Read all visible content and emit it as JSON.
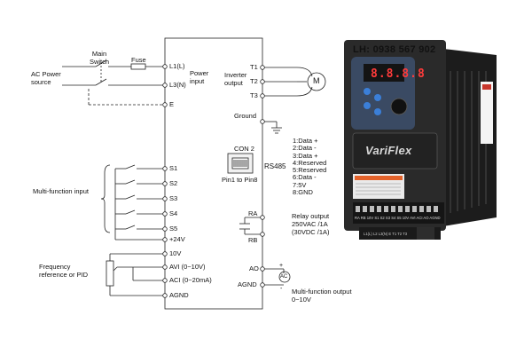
{
  "left_labels": {
    "main_switch": [
      "Main",
      "Switch"
    ],
    "fuse": "Fuse",
    "ac_power": [
      "AC Power",
      "source"
    ],
    "multi_function_input": "Multi-function input",
    "frequency_ref": [
      "Frequency",
      "reference or PID"
    ]
  },
  "box_terminals_left": {
    "l1": "L1(L)",
    "l3": "L3(N)",
    "e": "E",
    "power_input": [
      "Power",
      "input"
    ],
    "s1": "S1",
    "s2": "S2",
    "s3": "S3",
    "s4": "S4",
    "s5": "S5",
    "plus24v": "+24V",
    "v10": "10V",
    "avi": "AVI (0~10V)",
    "aci": "ACI (0~20mA)",
    "agnd": "AGND"
  },
  "box_terminals_right": {
    "t1": "T1",
    "t2": "T2",
    "t3": "T3",
    "inverter_output": [
      "Inverter",
      "output"
    ],
    "ground": "Ground",
    "con2": "CON 2",
    "pin_to_pin": "Pin1 to Pin8",
    "rs485": "RS485",
    "ra": "RA",
    "rb": "RB",
    "ao": "AO",
    "agnd": "AGND"
  },
  "motor": {
    "symbol": "M"
  },
  "ac_meter": {
    "symbol": "AC",
    "plus": "+",
    "minus": "-"
  },
  "rs485_pins": [
    "1:Data +",
    "2:Data -",
    "3:Data +",
    "4:Reserved",
    "5:Reserved",
    "6:Data -",
    "7:5V",
    "8:GND"
  ],
  "relay_output": [
    "Relay output",
    "250VAC /1A",
    "(30VDC /1A)"
  ],
  "mf_output": [
    "Multi-function output",
    "0~10V"
  ],
  "product": {
    "contact": "LH: 0938 567 902",
    "display": "8.8.8.8",
    "brand": "VariFlex",
    "bottom_terminals": "RA RB 10V S1 S2 S3 S4 S5 10V AVI ACI AO AGND",
    "power_terminals": "L1(L) L2 L3(N) E T1 T2 T3"
  },
  "colors": {
    "line": "#222222",
    "vfd_body": "#2a2a2a",
    "vfd_panel": "#3a4a63",
    "display_red": "#ff3b3b",
    "button_blue": "#3b7fd8",
    "warning_orange": "#e3622a"
  }
}
